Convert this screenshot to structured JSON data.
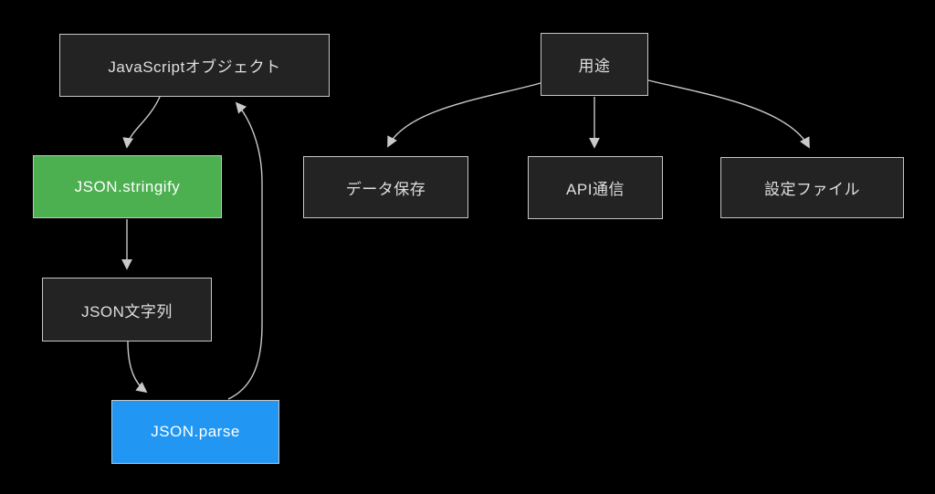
{
  "diagram": {
    "type": "flowchart",
    "background": "#000000",
    "nodes": {
      "js_object": {
        "label": "JavaScriptオブジェクト",
        "kind": "default"
      },
      "stringify": {
        "label": "JSON.stringify",
        "kind": "green"
      },
      "json_string": {
        "label": "JSON文字列",
        "kind": "default"
      },
      "parse": {
        "label": "JSON.parse",
        "kind": "blue"
      },
      "youto": {
        "label": "用途",
        "kind": "default"
      },
      "data_save": {
        "label": "データ保存",
        "kind": "default"
      },
      "api": {
        "label": "API通信",
        "kind": "default"
      },
      "config": {
        "label": "設定ファイル",
        "kind": "default"
      }
    },
    "edges": [
      {
        "from": "js_object",
        "to": "stringify"
      },
      {
        "from": "stringify",
        "to": "json_string"
      },
      {
        "from": "json_string",
        "to": "parse"
      },
      {
        "from": "parse",
        "to": "js_object"
      },
      {
        "from": "youto",
        "to": "data_save"
      },
      {
        "from": "youto",
        "to": "api"
      },
      {
        "from": "youto",
        "to": "config"
      }
    ],
    "colors": {
      "node_fill": "#232323",
      "node_border": "#c6c6c6",
      "node_text": "#dfdfdf",
      "green_fill": "#4caf50",
      "blue_fill": "#2196f3",
      "accent_text": "#ffffff",
      "edge": "#c9c9c9",
      "bg": "#000000"
    }
  }
}
